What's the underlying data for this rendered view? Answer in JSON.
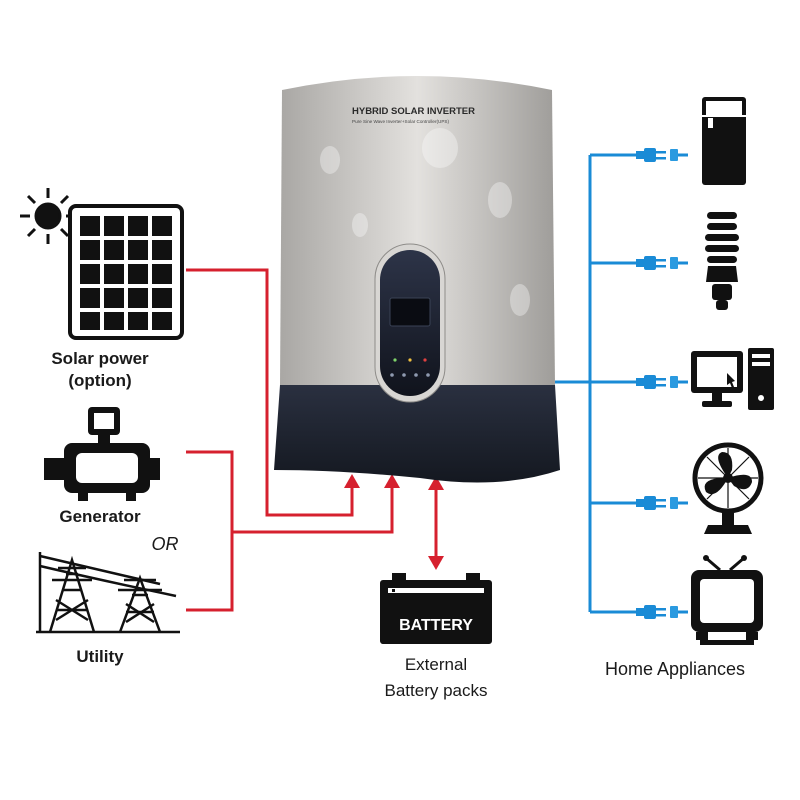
{
  "inverter": {
    "title": "HYBRID SOLAR INVERTER",
    "subtitle": "Pure Sine Wave Inverter+Solar Controller(UPS)"
  },
  "sources": {
    "solar_label_line1": "Solar power",
    "solar_label_line2": "(option)",
    "generator_label": "Generator",
    "or_label": "OR",
    "utility_label": "Utility"
  },
  "battery": {
    "icon_text": "BATTERY",
    "label_line1": "External",
    "label_line2": "Battery packs"
  },
  "appliances": {
    "label": "Home Appliances",
    "items": [
      "fridge-icon",
      "cfl-bulb-icon",
      "computer-icon",
      "fan-icon",
      "tv-icon"
    ]
  },
  "colors": {
    "input_line": "#d6202e",
    "output_line": "#1a8bd6",
    "inverter_top": "#cfcdca",
    "inverter_bottom": "#1f2430"
  }
}
